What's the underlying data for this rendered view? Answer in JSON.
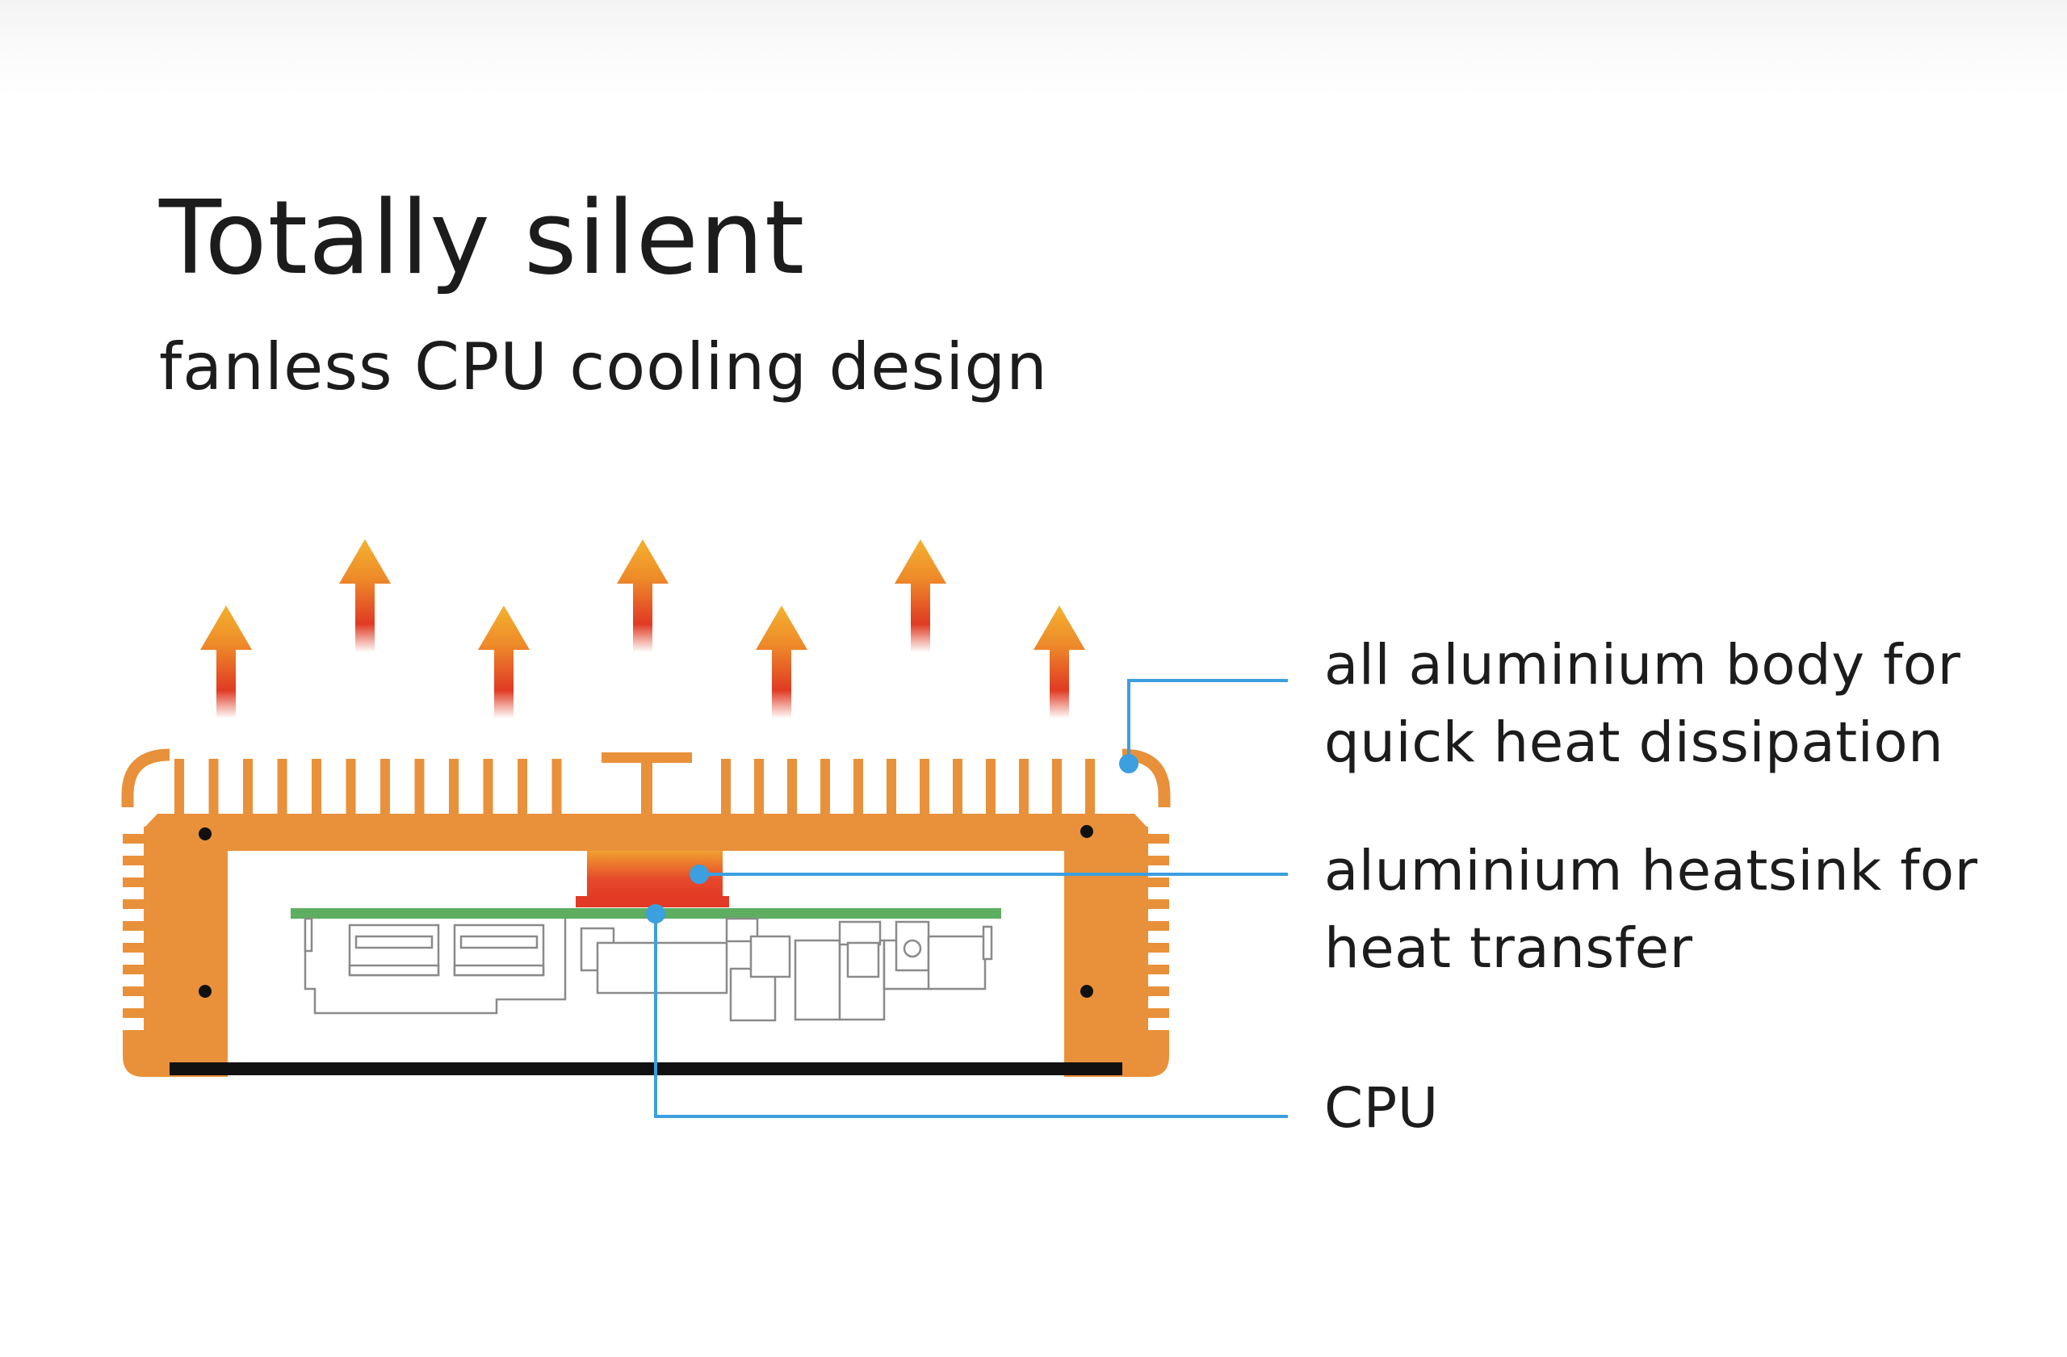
{
  "header": {
    "title": "Totally silent",
    "subtitle": "fanless CPU cooling design"
  },
  "callouts": [
    {
      "id": "body",
      "lines": [
        "all aluminium body for",
        "quick heat dissipation"
      ]
    },
    {
      "id": "heatsink",
      "lines": [
        "aluminium heatsink for",
        "heat transfer"
      ]
    },
    {
      "id": "cpu",
      "lines": [
        "CPU"
      ]
    }
  ],
  "colors": {
    "case_orange": "#E8913A",
    "heat_red": "#E03A23",
    "heatsink_red": "#E8452C",
    "pcb_green": "#5EAE62",
    "leader_blue": "#3C9FE0",
    "base_black": "#111111"
  }
}
